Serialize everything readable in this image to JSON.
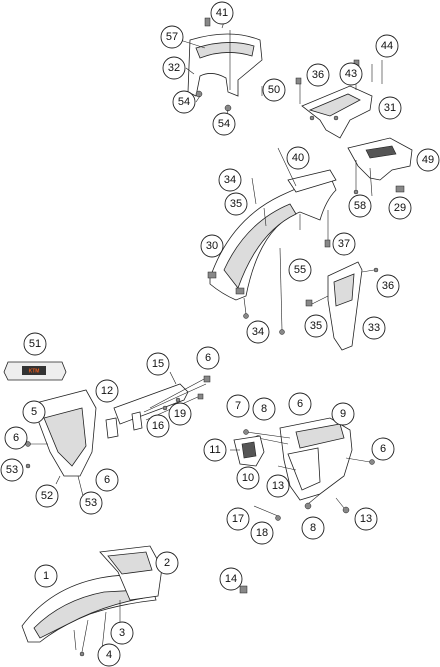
{
  "diagram": {
    "callout_labels": {
      "c41": "41",
      "c57": "57",
      "c32": "32",
      "c54a": "54",
      "c54b": "54",
      "c50": "50",
      "c44": "44",
      "c36a": "36",
      "c43": "43",
      "c31": "31",
      "c40": "40",
      "c49": "49",
      "c34a": "34",
      "c35a": "35",
      "c58": "58",
      "c29": "29",
      "c30": "30",
      "c37": "37",
      "c55": "55",
      "c36b": "36",
      "c34b": "34",
      "c35b": "35",
      "c33": "33",
      "c51": "51",
      "c15": "15",
      "c6a": "6",
      "c12": "12",
      "c5": "5",
      "c19": "19",
      "c16": "16",
      "c6b": "6",
      "c53a": "53",
      "c6c": "6",
      "c52": "52",
      "c53b": "53",
      "c7": "7",
      "c8a": "8",
      "c6d": "6",
      "c9": "9",
      "c11": "11",
      "c6e": "6",
      "c10": "10",
      "c13a": "13",
      "c17": "17",
      "c18": "18",
      "c8b": "8",
      "c13b": "13",
      "c1": "1",
      "c2": "2",
      "c3": "3",
      "c4": "4",
      "c14": "14"
    },
    "sticker_text": "KTM"
  }
}
